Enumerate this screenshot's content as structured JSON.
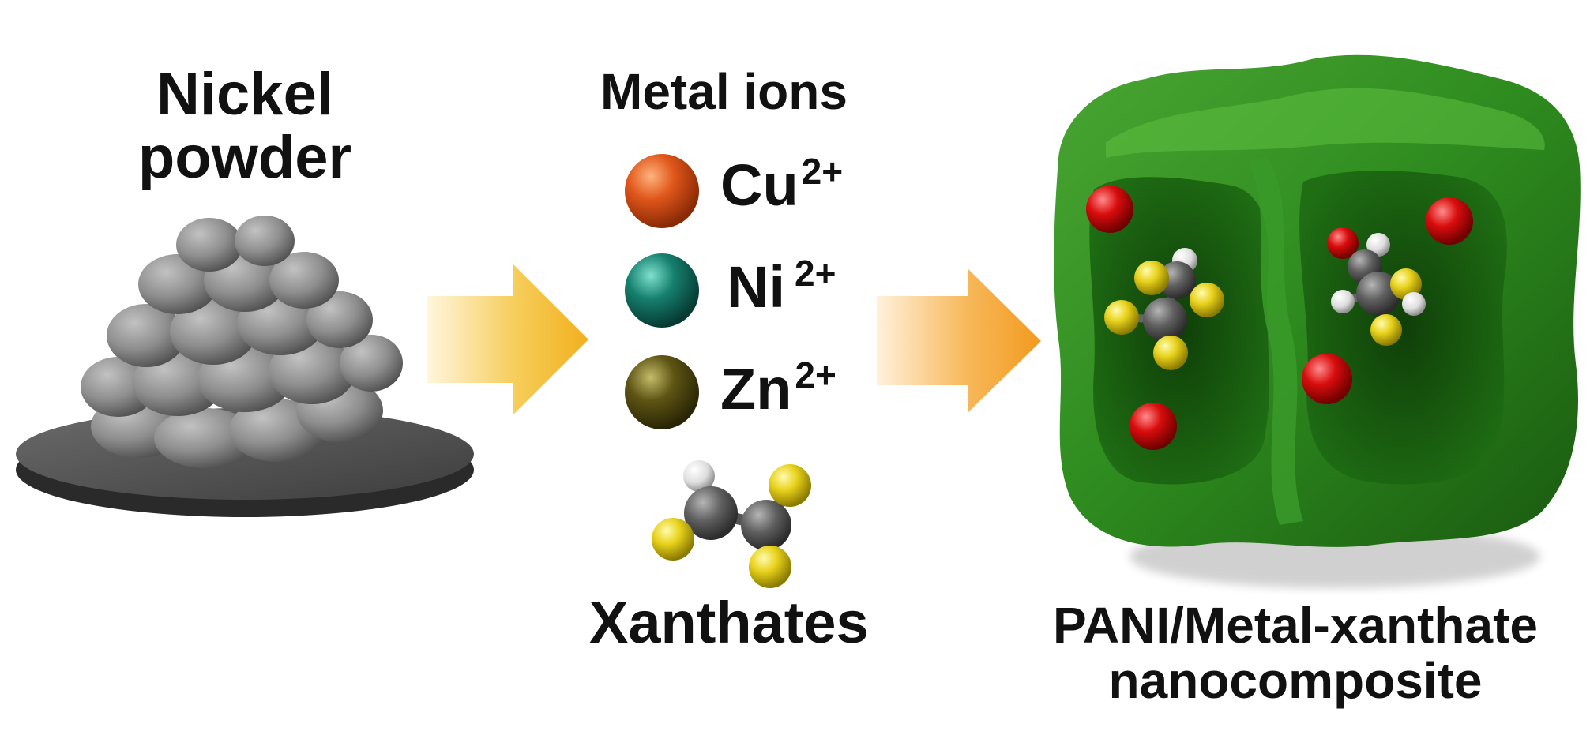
{
  "left": {
    "title_line1": "Nickel",
    "title_line2": "powder"
  },
  "middle": {
    "title": "Metal ions",
    "ions": [
      {
        "symbol": "Cu",
        "charge": "2+",
        "color": "#e0561b"
      },
      {
        "symbol": "Ni",
        "charge": "2+",
        "color": "#16806f"
      },
      {
        "symbol": "Zn",
        "charge": "2+",
        "color": "#5e5514"
      }
    ],
    "xanthates_label": "Xanthates"
  },
  "right": {
    "label_line1": "PANI/Metal-xanthate",
    "label_line2": "nanocomposite",
    "polymer_color": "#2d8a1e"
  },
  "arrows": {
    "color_start": "#fff4d6",
    "color_end": "#f2b01e"
  },
  "molecule_colors": {
    "carbon": "#5f5f5f",
    "sulfur": "#e8d21c",
    "hydrogen": "#dddddd",
    "metal": "#d90d0d"
  }
}
